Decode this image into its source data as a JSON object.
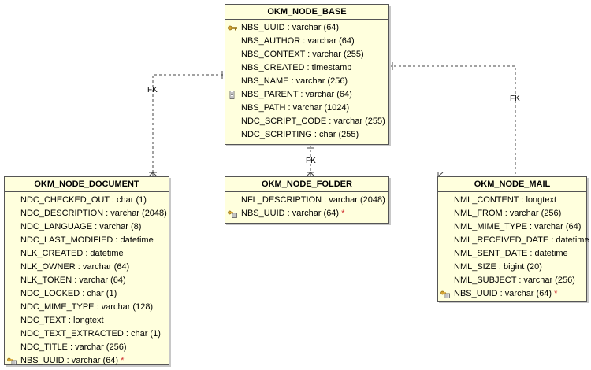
{
  "entities": {
    "base": {
      "name": "OKM_NODE_BASE",
      "columns": [
        {
          "text": "NBS_UUID : varchar (64)",
          "key": "pk",
          "ref": false
        },
        {
          "text": "NBS_AUTHOR : varchar (64)",
          "key": "",
          "ref": false
        },
        {
          "text": "NBS_CONTEXT : varchar (255)",
          "key": "",
          "ref": false
        },
        {
          "text": "NBS_CREATED : timestamp",
          "key": "",
          "ref": false
        },
        {
          "text": "NBS_NAME : varchar (256)",
          "key": "",
          "ref": false
        },
        {
          "text": "NBS_PARENT : varchar (64)",
          "key": "idx",
          "ref": false
        },
        {
          "text": "NBS_PATH : varchar (1024)",
          "key": "",
          "ref": false
        },
        {
          "text": "NDC_SCRIPT_CODE : varchar (255)",
          "key": "",
          "ref": false
        },
        {
          "text": "NDC_SCRIPTING : char (255)",
          "key": "",
          "ref": false
        }
      ]
    },
    "document": {
      "name": "OKM_NODE_DOCUMENT",
      "columns": [
        {
          "text": "NDC_CHECKED_OUT : char (1)",
          "key": "",
          "ref": false
        },
        {
          "text": "NDC_DESCRIPTION : varchar (2048)",
          "key": "",
          "ref": false
        },
        {
          "text": "NDC_LANGUAGE : varchar (8)",
          "key": "",
          "ref": false
        },
        {
          "text": "NDC_LAST_MODIFIED : datetime",
          "key": "",
          "ref": false
        },
        {
          "text": "NLK_CREATED : datetime",
          "key": "",
          "ref": false
        },
        {
          "text": "NLK_OWNER : varchar (64)",
          "key": "",
          "ref": false
        },
        {
          "text": "NLK_TOKEN : varchar (64)",
          "key": "",
          "ref": false
        },
        {
          "text": "NDC_LOCKED : char (1)",
          "key": "",
          "ref": false
        },
        {
          "text": "NDC_MIME_TYPE : varchar (128)",
          "key": "",
          "ref": false
        },
        {
          "text": "NDC_TEXT : longtext",
          "key": "",
          "ref": false
        },
        {
          "text": "NDC_TEXT_EXTRACTED : char (1)",
          "key": "",
          "ref": false
        },
        {
          "text": "NDC_TITLE : varchar (256)",
          "key": "",
          "ref": false
        },
        {
          "text": "NBS_UUID : varchar (64)",
          "key": "pkfk",
          "ref": true
        }
      ]
    },
    "folder": {
      "name": "OKM_NODE_FOLDER",
      "columns": [
        {
          "text": "NFL_DESCRIPTION : varchar (2048)",
          "key": "",
          "ref": false
        },
        {
          "text": "NBS_UUID : varchar (64)",
          "key": "pkfk",
          "ref": true
        }
      ]
    },
    "mail": {
      "name": "OKM_NODE_MAIL",
      "columns": [
        {
          "text": "NML_CONTENT : longtext",
          "key": "",
          "ref": false
        },
        {
          "text": "NML_FROM : varchar (256)",
          "key": "",
          "ref": false
        },
        {
          "text": "NML_MIME_TYPE : varchar (64)",
          "key": "",
          "ref": false
        },
        {
          "text": "NML_RECEIVED_DATE : datetime",
          "key": "",
          "ref": false
        },
        {
          "text": "NML_SENT_DATE : datetime",
          "key": "",
          "ref": false
        },
        {
          "text": "NML_SIZE : bigint (20)",
          "key": "",
          "ref": false
        },
        {
          "text": "NML_SUBJECT : varchar (256)",
          "key": "",
          "ref": false
        },
        {
          "text": "NBS_UUID : varchar (64)",
          "key": "pkfk",
          "ref": true
        }
      ]
    }
  },
  "ref_marker": "*",
  "relationships": [
    {
      "from": "document",
      "to": "base",
      "label": "FK"
    },
    {
      "from": "folder",
      "to": "base",
      "label": "FK"
    },
    {
      "from": "mail",
      "to": "base",
      "label": "FK"
    }
  ],
  "colors": {
    "entity_fill": "#ffffdd",
    "border": "#555555",
    "line": "#444444",
    "marker": "#d03030"
  }
}
